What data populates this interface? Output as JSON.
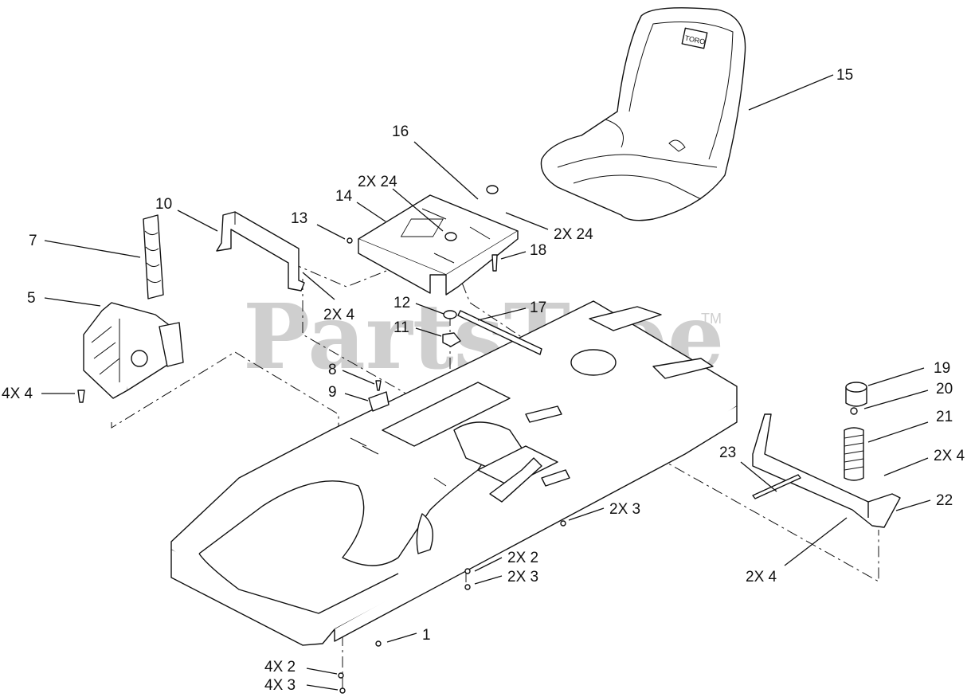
{
  "watermark": {
    "text": "PartsTree",
    "mark": "TM"
  },
  "seat_logo": "TORO",
  "callouts": [
    {
      "id": "c1",
      "text": "1"
    },
    {
      "id": "c2",
      "text": "4X 2"
    },
    {
      "id": "c3",
      "text": "4X 3"
    },
    {
      "id": "c4",
      "text": "4X 4"
    },
    {
      "id": "c5",
      "text": "5"
    },
    {
      "id": "c6",
      "text": "7"
    },
    {
      "id": "c7",
      "text": "10"
    },
    {
      "id": "c8",
      "text": "13"
    },
    {
      "id": "c9",
      "text": "14"
    },
    {
      "id": "c10",
      "text": "2X 24"
    },
    {
      "id": "c11",
      "text": "16"
    },
    {
      "id": "c12",
      "text": "2X 24"
    },
    {
      "id": "c13",
      "text": "18"
    },
    {
      "id": "c14",
      "text": "15"
    },
    {
      "id": "c15",
      "text": "2X 4"
    },
    {
      "id": "c16",
      "text": "12"
    },
    {
      "id": "c17",
      "text": "11"
    },
    {
      "id": "c18",
      "text": "17"
    },
    {
      "id": "c19",
      "text": "8"
    },
    {
      "id": "c20",
      "text": "9"
    },
    {
      "id": "c21",
      "text": "19"
    },
    {
      "id": "c22",
      "text": "20"
    },
    {
      "id": "c23",
      "text": "21"
    },
    {
      "id": "c24",
      "text": "2X 4"
    },
    {
      "id": "c25",
      "text": "23"
    },
    {
      "id": "c26",
      "text": "22"
    },
    {
      "id": "c27",
      "text": "2X 4"
    },
    {
      "id": "c28",
      "text": "2X 3"
    },
    {
      "id": "c29",
      "text": "2X 2"
    },
    {
      "id": "c30",
      "text": "2X 3"
    }
  ]
}
